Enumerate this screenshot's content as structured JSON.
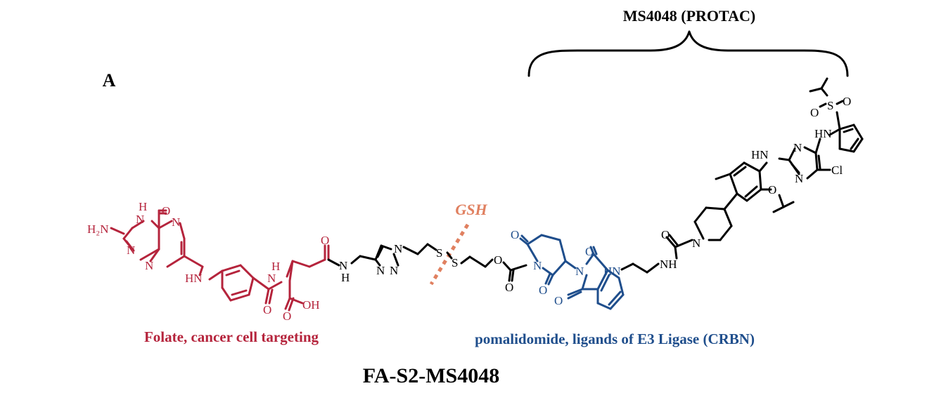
{
  "panel_label": "A",
  "bracket_label": "MS4048 (PROTAC)",
  "cleavage_label": "GSH",
  "folate_caption": "Folate, cancer cell targeting",
  "pomalidomide_caption": "pomalidomide, ligands of E3 Ligase (CRBN)",
  "compound_name": "FA-S2-MS4048",
  "colors": {
    "folate": "#b5243c",
    "pomalidomide": "#1f4e8c",
    "linker": "#000000",
    "gsh": "#e08060"
  },
  "atoms": {
    "h2n": "H₂N",
    "h": "H",
    "n": "N",
    "o": "O",
    "hn": "HN",
    "nh": "NH",
    "oh": "OH",
    "s": "S",
    "cl": "Cl"
  }
}
